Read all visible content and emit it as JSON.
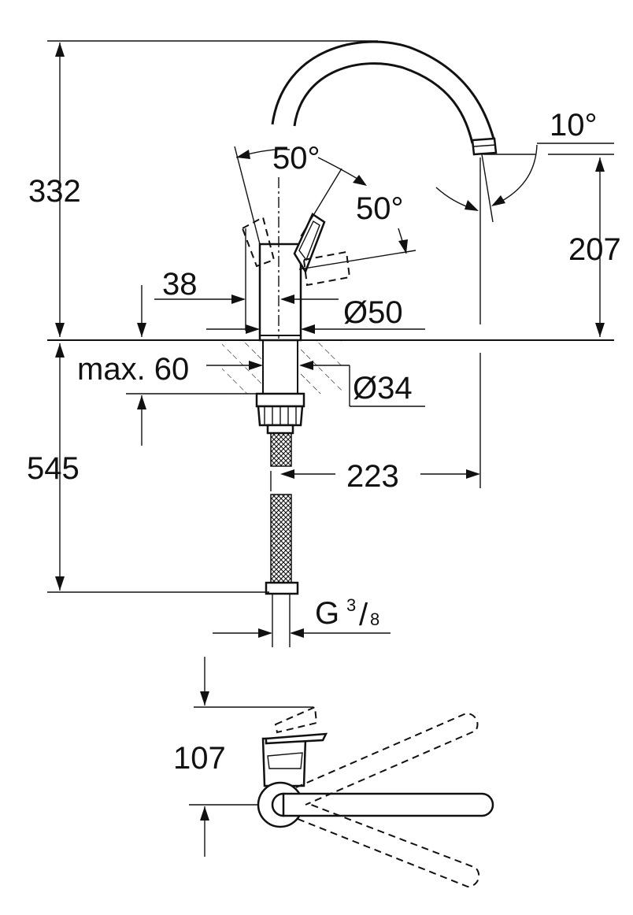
{
  "dimensions": {
    "total_height": "332",
    "spout_height": "207",
    "below_counter": "545",
    "projection": "223",
    "base_width": "38",
    "base_diameter": "Ø50",
    "hole_diameter": "Ø34",
    "max_counter": "max. 60",
    "thread_main": "G",
    "thread_num": "3",
    "thread_den": "8",
    "lever_height": "107"
  },
  "angles": {
    "spout_tilt": "10°",
    "lever_back": "50°",
    "lever_forward": "50°"
  },
  "colors": {
    "line": "#111111",
    "background": "#ffffff"
  }
}
